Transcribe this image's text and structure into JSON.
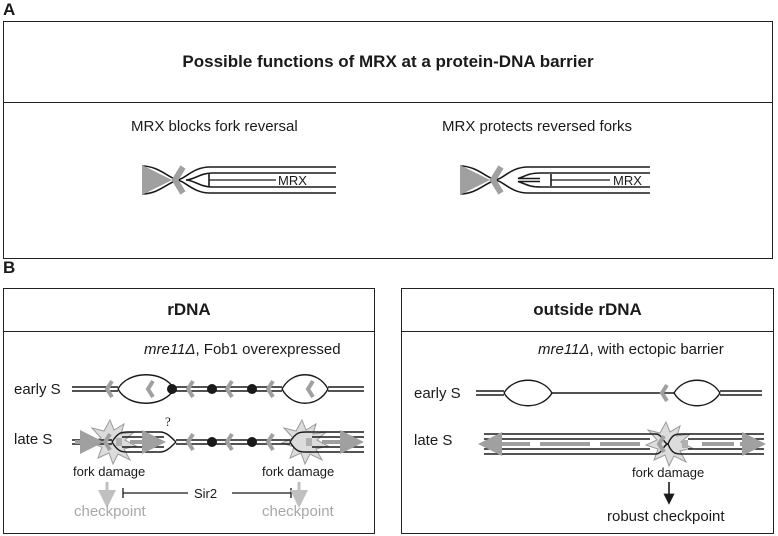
{
  "panel_a": {
    "letter": "A",
    "title": "Possible functions of MRX at a protein-DNA barrier",
    "left_caption": "MRX blocks fork reversal",
    "right_caption": "MRX protects reversed forks",
    "left_mrx": "MRX",
    "right_mrx": "MRX"
  },
  "panel_b": {
    "letter": "B",
    "rdna": {
      "title": "rDNA",
      "condition_gene": "mre11Δ",
      "condition_rest": ", Fob1 overexpressed",
      "early_label": "early S",
      "late_label": "late S",
      "question": "?",
      "fork_damage_left": "fork damage",
      "fork_damage_right": "fork damage",
      "sir2": "Sir2",
      "checkpoint_left": "checkpoint",
      "checkpoint_right": "checkpoint"
    },
    "outside": {
      "title": "outside rDNA",
      "condition_gene": "mre11Δ",
      "condition_rest": ", with ectopic barrier",
      "early_label": "early S",
      "late_label": "late S",
      "fork_damage": "fork damage",
      "checkpoint": "robust checkpoint"
    }
  },
  "colors": {
    "line": "#1a1a1a",
    "gray": "#a0a0a0",
    "light_gray": "#c8c8c8"
  }
}
